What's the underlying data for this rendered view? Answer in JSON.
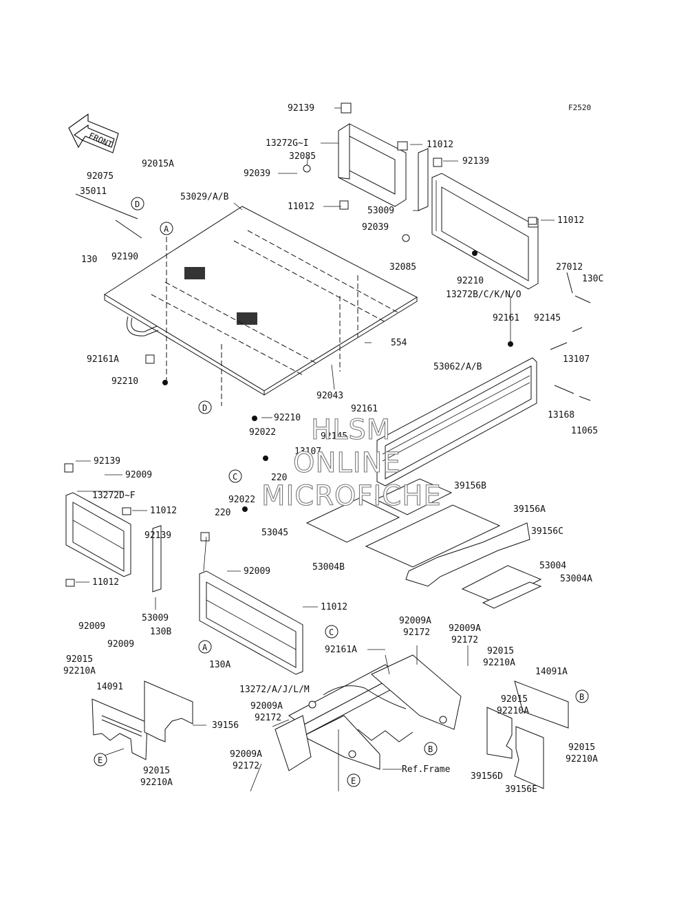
{
  "figure_id": "F2520",
  "front_label": "FRONT",
  "watermark": [
    "HLSM",
    "ONLINE",
    "MICROFICHE"
  ],
  "ref_markers": [
    "A",
    "B",
    "C",
    "D",
    "E"
  ],
  "part_labels": [
    "92139",
    "13272G~I",
    "11012",
    "32085",
    "92039",
    "11012",
    "53009",
    "92139",
    "11012",
    "92039",
    "32085",
    "92210",
    "13272B/C/K/N/O",
    "27012",
    "130C",
    "92015A",
    "92075",
    "35011",
    "130",
    "92190",
    "53029/A/B",
    "92161A",
    "92210",
    "554",
    "92043",
    "92210",
    "92161",
    "92145",
    "13107",
    "53062/A/B",
    "13168",
    "11065",
    "92161",
    "92145",
    "13107",
    "92022",
    "220",
    "92022",
    "220",
    "53045",
    "39156B",
    "39156A",
    "39156C",
    "53004B",
    "53004",
    "53004A",
    "92139",
    "92009",
    "13272D~F",
    "11012",
    "92139",
    "92009",
    "11012",
    "92009",
    "53009",
    "92009",
    "130B",
    "11012",
    "130A",
    "13272/A/J/L/M",
    "92009A",
    "92172",
    "92009A",
    "92172",
    "92161A",
    "92015",
    "92210A",
    "14091A",
    "92015",
    "92210A",
    "14091",
    "39156",
    "92015",
    "92210A",
    "92009A",
    "92172",
    "92009A",
    "92172",
    "Ref.Frame",
    "39156D",
    "39156E",
    "92015",
    "92210A",
    "92015",
    "92210A"
  ]
}
